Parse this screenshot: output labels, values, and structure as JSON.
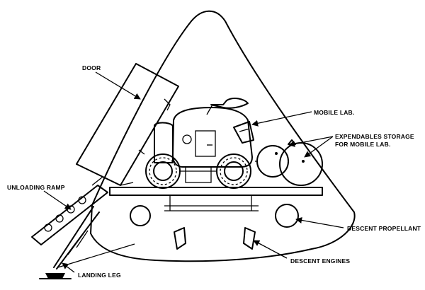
{
  "labels": {
    "door": "DOOR",
    "mobile_lab": "MOBILE LAB.",
    "expendables_line1": "EXPENDABLES STORAGE",
    "expendables_line2": "FOR MOBILE LAB.",
    "unloading_ramp": "UNLOADING RAMP",
    "descent_propellant": "DESCENT PROPELLANT",
    "descent_engines": "DESCENT ENGINES",
    "landing_leg": "LANDING LEG"
  },
  "colors": {
    "ink": "#000000",
    "paper": "#ffffff"
  }
}
